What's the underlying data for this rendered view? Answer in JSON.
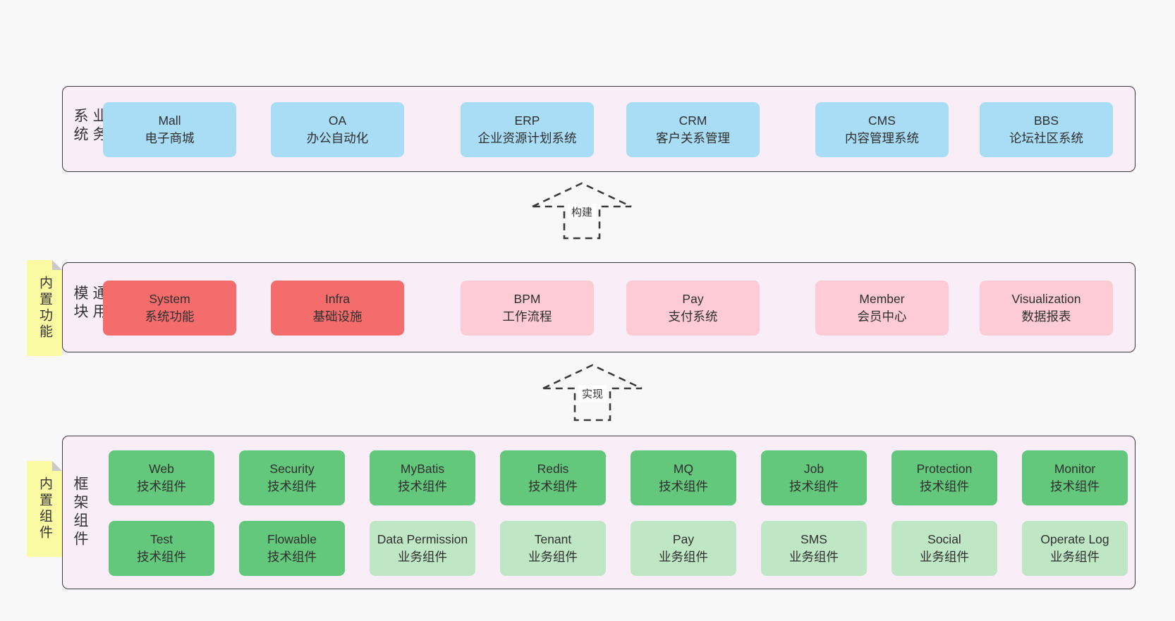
{
  "colors": {
    "page_background": "#f8f8f8",
    "layer_background": "#f9eef8",
    "layer_border": "#3a3a3a",
    "business_system_box": "#a9ddf6",
    "core_module_box": "#f56c6c",
    "optional_module_box": "#fccbd5",
    "tech_component_box": "#64c87c",
    "biz_component_box": "#bfe7c5",
    "sticky_note": "#fafaa2",
    "sticky_note_fold": "#c9c9c9",
    "text": "#2f2f2f"
  },
  "arrows": [
    {
      "label": "构建"
    },
    {
      "label": "实现"
    }
  ],
  "layers": [
    {
      "side_label": "业务系统",
      "boxes": [
        {
          "title": "Mall",
          "subtitle": "电子商城"
        },
        {
          "title": "OA",
          "subtitle": "办公自动化"
        },
        {
          "title": "ERP",
          "subtitle": "企业资源计划系统"
        },
        {
          "title": "CRM",
          "subtitle": "客户关系管理"
        },
        {
          "title": "CMS",
          "subtitle": "内容管理系统"
        },
        {
          "title": "BBS",
          "subtitle": "论坛社区系统"
        }
      ]
    },
    {
      "side_label": "通用模块",
      "note": "内置功能",
      "boxes": [
        {
          "title": "System",
          "subtitle": "系统功能"
        },
        {
          "title": "Infra",
          "subtitle": "基础设施"
        },
        {
          "title": "BPM",
          "subtitle": "工作流程"
        },
        {
          "title": "Pay",
          "subtitle": "支付系统"
        },
        {
          "title": "Member",
          "subtitle": "会员中心"
        },
        {
          "title": "Visualization",
          "subtitle": "数据报表"
        }
      ]
    },
    {
      "side_label": "框架组件",
      "note": "内置组件",
      "rows": [
        [
          {
            "title": "Web",
            "subtitle": "技术组件"
          },
          {
            "title": "Security",
            "subtitle": "技术组件"
          },
          {
            "title": "MyBatis",
            "subtitle": "技术组件"
          },
          {
            "title": "Redis",
            "subtitle": "技术组件"
          },
          {
            "title": "MQ",
            "subtitle": "技术组件"
          },
          {
            "title": "Job",
            "subtitle": "技术组件"
          },
          {
            "title": "Protection",
            "subtitle": "技术组件"
          },
          {
            "title": "Monitor",
            "subtitle": "技术组件"
          }
        ],
        [
          {
            "title": "Test",
            "subtitle": "技术组件"
          },
          {
            "title": "Flowable",
            "subtitle": "技术组件"
          },
          {
            "title": "Data Permission",
            "subtitle": "业务组件"
          },
          {
            "title": "Tenant",
            "subtitle": "业务组件"
          },
          {
            "title": "Pay",
            "subtitle": "业务组件"
          },
          {
            "title": "SMS",
            "subtitle": "业务组件"
          },
          {
            "title": "Social",
            "subtitle": "业务组件"
          },
          {
            "title": "Operate Log",
            "subtitle": "业务组件"
          }
        ]
      ]
    }
  ]
}
